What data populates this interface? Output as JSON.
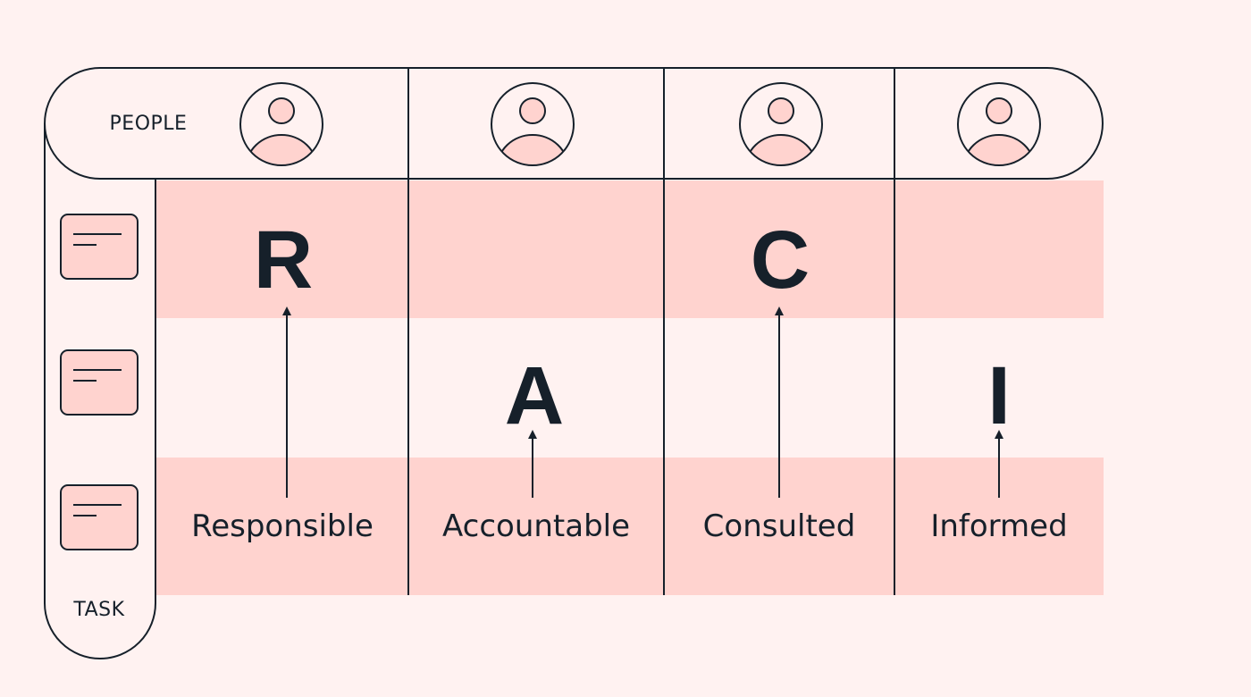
{
  "header": {
    "people_label": "PEOPLE",
    "task_label": "TASK"
  },
  "people": [
    {
      "icon": "person-avatar-icon"
    },
    {
      "icon": "person-avatar-icon"
    },
    {
      "icon": "person-avatar-icon"
    },
    {
      "icon": "person-avatar-icon"
    }
  ],
  "tasks": [
    {
      "icon": "task-card-icon"
    },
    {
      "icon": "task-card-icon"
    },
    {
      "icon": "task-card-icon"
    }
  ],
  "matrix": {
    "letters": [
      "R",
      "A",
      "C",
      "I"
    ],
    "roles": [
      "Responsible",
      "Accountable",
      "Consulted",
      "Informed"
    ]
  },
  "colors": {
    "background": "#fff2f1",
    "band": "#ffd3cf",
    "line": "#16202a",
    "text": "#16202a"
  }
}
